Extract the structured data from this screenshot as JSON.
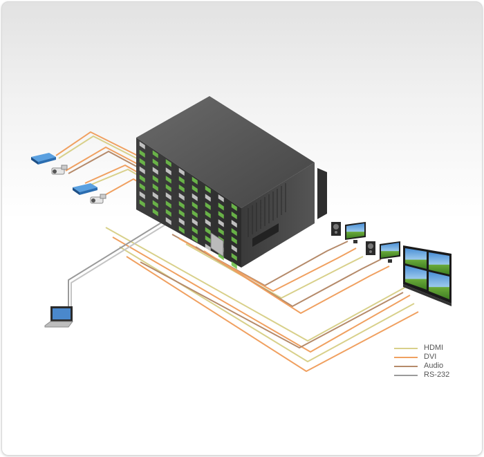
{
  "legend": [
    {
      "label": "HDMI",
      "color": "#d8d08a"
    },
    {
      "label": "DVI",
      "color": "#f0a060"
    },
    {
      "label": "Audio",
      "color": "#b58a6a"
    },
    {
      "label": "RS-232",
      "color": "#9a9a9a"
    }
  ],
  "colors": {
    "background_top": "#e2e2e2",
    "background_bottom": "#ffffff",
    "chassis": "#4a4a4a",
    "port_green": "#6fc04a",
    "screen_blue": "#3a7ec8"
  },
  "icons": {
    "sources": [
      "media-player-icon",
      "video-camera-icon",
      "media-player-icon",
      "video-camera-icon"
    ],
    "controller": "laptop-icon",
    "outputs": [
      "speaker-icon",
      "monitor-icon",
      "speaker-icon",
      "monitor-icon",
      "video-wall-icon"
    ]
  }
}
